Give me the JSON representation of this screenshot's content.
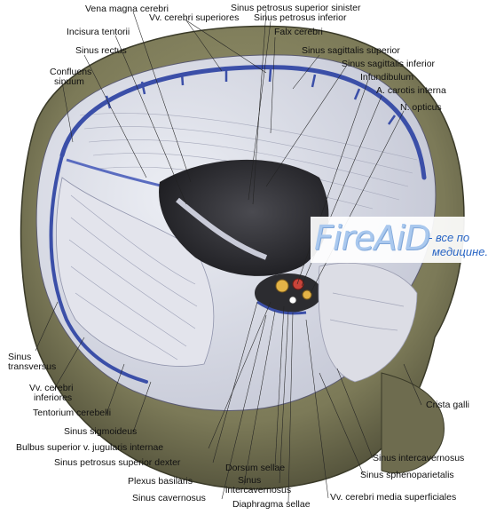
{
  "colors": {
    "bone": "#7c7a58",
    "bone_dark": "#3a3a28",
    "dura": "#d6d7e0",
    "sinus": "#3b4fa8",
    "cavity": "#2f2f33",
    "watermark": "#2a66c5"
  },
  "labels": {
    "vena_magna_cerebri": "Vena magna cerebri",
    "vv_cerebri_superiores": "Vv. cerebri superiores",
    "sinus_petrosus_superior_sinister": "Sinus petrosus superior sinister",
    "sinus_petrosus_inferior": "Sinus petrosus inferior",
    "incisura_tentorii": "Incisura tentorii",
    "falx_cerebri": "Falx cerebri",
    "sinus_rectus": "Sinus rectus",
    "sinus_sagittalis_superior": "Sinus sagittalis superior",
    "sinus_sagittalis_inferior": "Sinus sagittalis inferior",
    "confluens_line1": "Confluens",
    "confluens_line2": "sinuum",
    "infundibulum": "Infundibulum",
    "a_carotis_interna": "A. carotis interna",
    "n_opticus": "N. opticus",
    "sinus_transversus_line1": "Sinus",
    "sinus_transversus_line2": "transversus",
    "vv_cerebri_inferiores_line1": "Vv. cerebri",
    "vv_cerebri_inferiores_line2": "inferiores",
    "tentorium_cerebelli": "Tentorium cerebelli",
    "crista_galli": "Crista galli",
    "sinus_sigmoideus": "Sinus sigmoideus",
    "bulbus_superior": "Bulbus superior v. jugularis internae",
    "sinus_intercavernosus_right": "Sinus intercavernosus",
    "sinus_petrosus_superior_dexter": "Sinus petrosus superior dexter",
    "sinus_sphenoparietalis": "Sinus sphenoparietalis",
    "plexus_basilaris": "Plexus basilaris",
    "dorsum_sellae": "Dorsum sellae",
    "sinus_intercavernosus_bottom_line1": "Sinus",
    "sinus_intercavernosus_bottom_line2": "intercavernosus",
    "sinus_cavernosus": "Sinus cavernosus",
    "vv_cerebri_media_superficiales": "Vv. cerebri media superficiales",
    "diaphragma_sellae": "Diaphragma sellae"
  },
  "watermark": {
    "logo": "FireAiD",
    "tagline_1": "- все по",
    "tagline_2": "медицине."
  }
}
